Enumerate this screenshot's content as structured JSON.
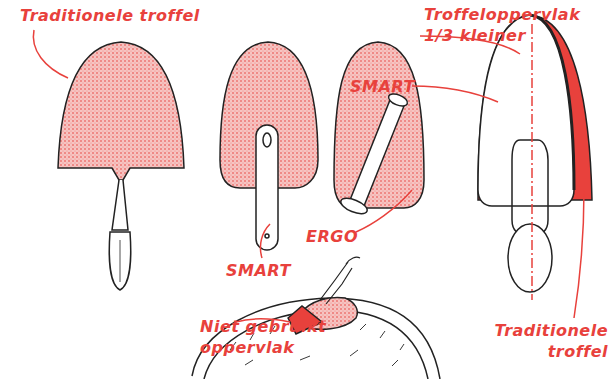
{
  "diagram": {
    "labels": [
      "Traditionele troffel",
      "Troffeloppervlak 1/3 kleiner",
      "SMART",
      "ERGO",
      "SMART",
      "Niet gebruikt oppervlak",
      "Traditionele troffel"
    ]
  }
}
